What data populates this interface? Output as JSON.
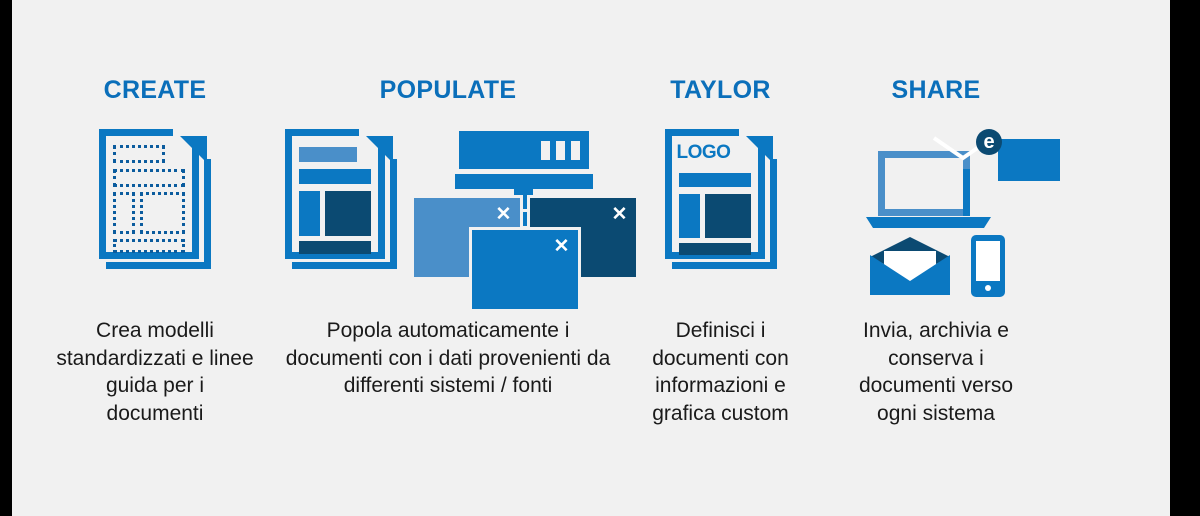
{
  "background": {
    "page_color": "#f1f1f1",
    "border_color": "#000000"
  },
  "palette": {
    "heading_blue": "#0b6fba",
    "light_blue": "#4a8fc9",
    "primary_blue": "#0b78c2",
    "dark_navy": "#0b4a72",
    "text_color": "#1a1a1a"
  },
  "columns": [
    {
      "id": "create",
      "heading": "CREATE",
      "icon_name": "template-document-icon",
      "caption": "Crea modelli standardizzati e linee guida per i documenti"
    },
    {
      "id": "populate",
      "heading": "POPULATE",
      "icon_name": "document-and-data-sources-icon",
      "caption": "Popola automaticamente i documenti con i dati provenienti da differenti sistemi / fonti"
    },
    {
      "id": "taylor",
      "heading": "TAYLOR",
      "icon_name": "branded-document-icon",
      "logo_label": "LOGO",
      "caption": "Definisci i documenti con informazioni e grafica custom"
    },
    {
      "id": "share",
      "heading": "SHARE",
      "icon_name": "laptop-email-devices-icon",
      "email_badge": "e",
      "caption": "Invia, archivia e conserva i documenti verso ogni sistema"
    }
  ]
}
